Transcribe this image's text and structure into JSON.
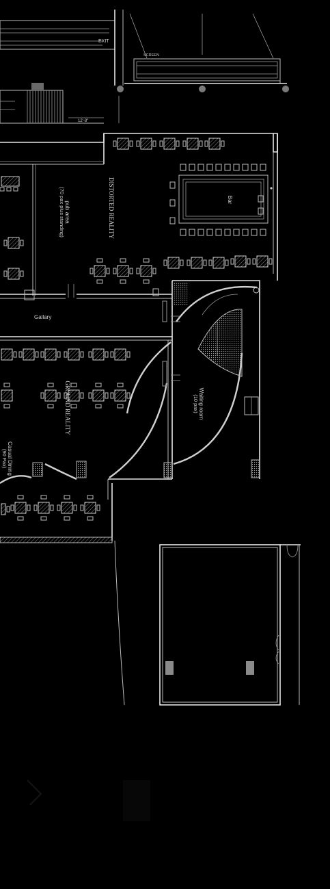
{
  "labels": {
    "exit": "EXIT",
    "screen": "SCREEN",
    "dimension": "12'-8\"",
    "bar": "Bar",
    "pub_area": "pub area",
    "pub_area_capacity": "(70 pax plus standing)",
    "distorted_reality": "DISTORTED REALITY",
    "gallery": "Gallary",
    "ground_reality": "GROUND REALITY",
    "casual_dining": "Casual Dining",
    "casual_dining_capacity": "(90 Pax)",
    "waiting_room": "Waiting room",
    "waiting_room_capacity": "(10 pax)"
  },
  "colors": {
    "background": "#000000",
    "line": "#e6e6e6",
    "hatch": "#8a8a8a"
  }
}
